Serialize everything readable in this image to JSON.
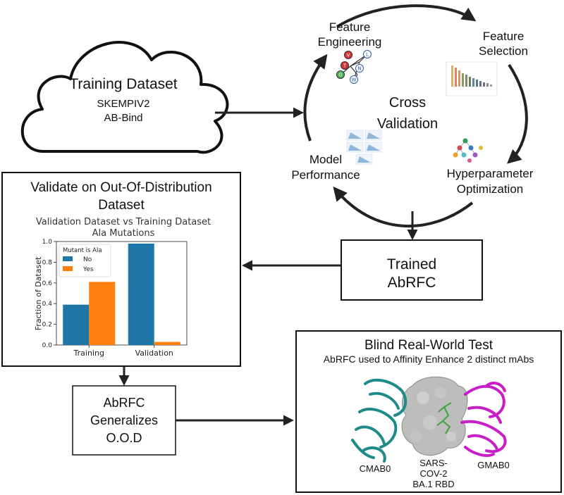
{
  "training_dataset": {
    "title": "Training Dataset",
    "sources": [
      "SKEMPIV2",
      "AB-Bind"
    ]
  },
  "cycle": {
    "center_lines": [
      "Cross",
      "Validation"
    ],
    "steps": {
      "feature_engineering": [
        "Feature",
        "Engineering"
      ],
      "feature_selection": [
        "Feature",
        "Selection"
      ],
      "hyperparameter_optimization": [
        "Hyperparameter",
        "Optimization"
      ],
      "model_performance": [
        "Model",
        "Performance"
      ]
    },
    "graph_nodes": [
      "V",
      "L",
      "T",
      "N",
      "G",
      "W"
    ]
  },
  "trained": {
    "lines": [
      "Trained",
      "AbRFC"
    ]
  },
  "validate": {
    "title_lines": [
      "Validate on Out-Of-Distribution",
      "Dataset"
    ]
  },
  "chart_data": {
    "type": "bar",
    "title": "Validation Dataset vs Training Dataset",
    "subtitle": "Ala Mutations",
    "categories": [
      "Training",
      "Validation"
    ],
    "xlabel": "",
    "ylabel": "Fraction of Dataset",
    "ylim": [
      0,
      1.0
    ],
    "yticks": [
      "0.0",
      "0.2",
      "0.4",
      "0.6",
      "0.8",
      "1.0"
    ],
    "legend_title": "Mutant is Ala",
    "legend_placement": "top-left",
    "series": [
      {
        "name": "No",
        "values": [
          0.39,
          0.98
        ],
        "color": "#1f77a8"
      },
      {
        "name": "Yes",
        "values": [
          0.61,
          0.03
        ],
        "color": "#ff7f0e"
      }
    ]
  },
  "generalizes": {
    "lines": [
      "AbRFC",
      "Generalizes",
      "O.O.D"
    ]
  },
  "blind_test": {
    "title": "Blind Real-World Test",
    "subtitle": "AbRFC used to Affinity Enhance 2 distinct mAbs",
    "labels": {
      "left": "CMAB0",
      "center_lines": [
        "SARS-",
        "COV-2",
        "BA.1 RBD"
      ],
      "right": "GMAB0"
    }
  },
  "colors": {
    "arrow": "#222222",
    "teal": "#1f8a8a",
    "magenta": "#c81ec8",
    "gray_surface": "#b8b8b8",
    "ligand": "#3fa23f"
  }
}
